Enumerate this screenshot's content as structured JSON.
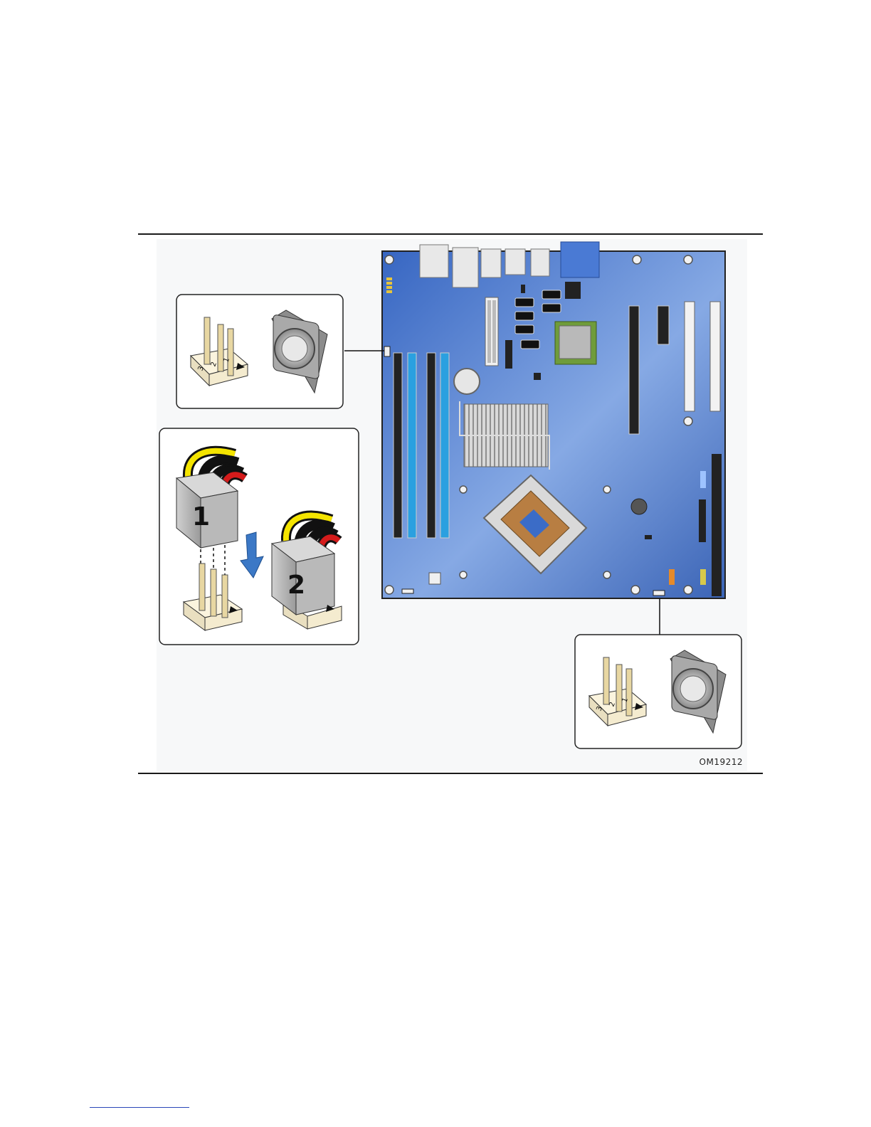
{
  "figure": {
    "id": "OM19212",
    "pin_numbers": [
      "1",
      "2",
      "3"
    ],
    "step_numbers": [
      "1",
      "2"
    ],
    "colors": {
      "board": "#3f6fc6",
      "board_highlight": "#86a9e4",
      "wire_yellow": "#f4e400",
      "wire_black": "#111111",
      "wire_red": "#d41b1b",
      "arrow": "#3b78c6",
      "pin": "#e8d7a2",
      "connector": "#b3b3b3"
    },
    "icons": [
      "motherboard-diagram",
      "fan-header-icon",
      "fan-icon",
      "fan-connector-icon",
      "arrow-down-icon"
    ]
  }
}
